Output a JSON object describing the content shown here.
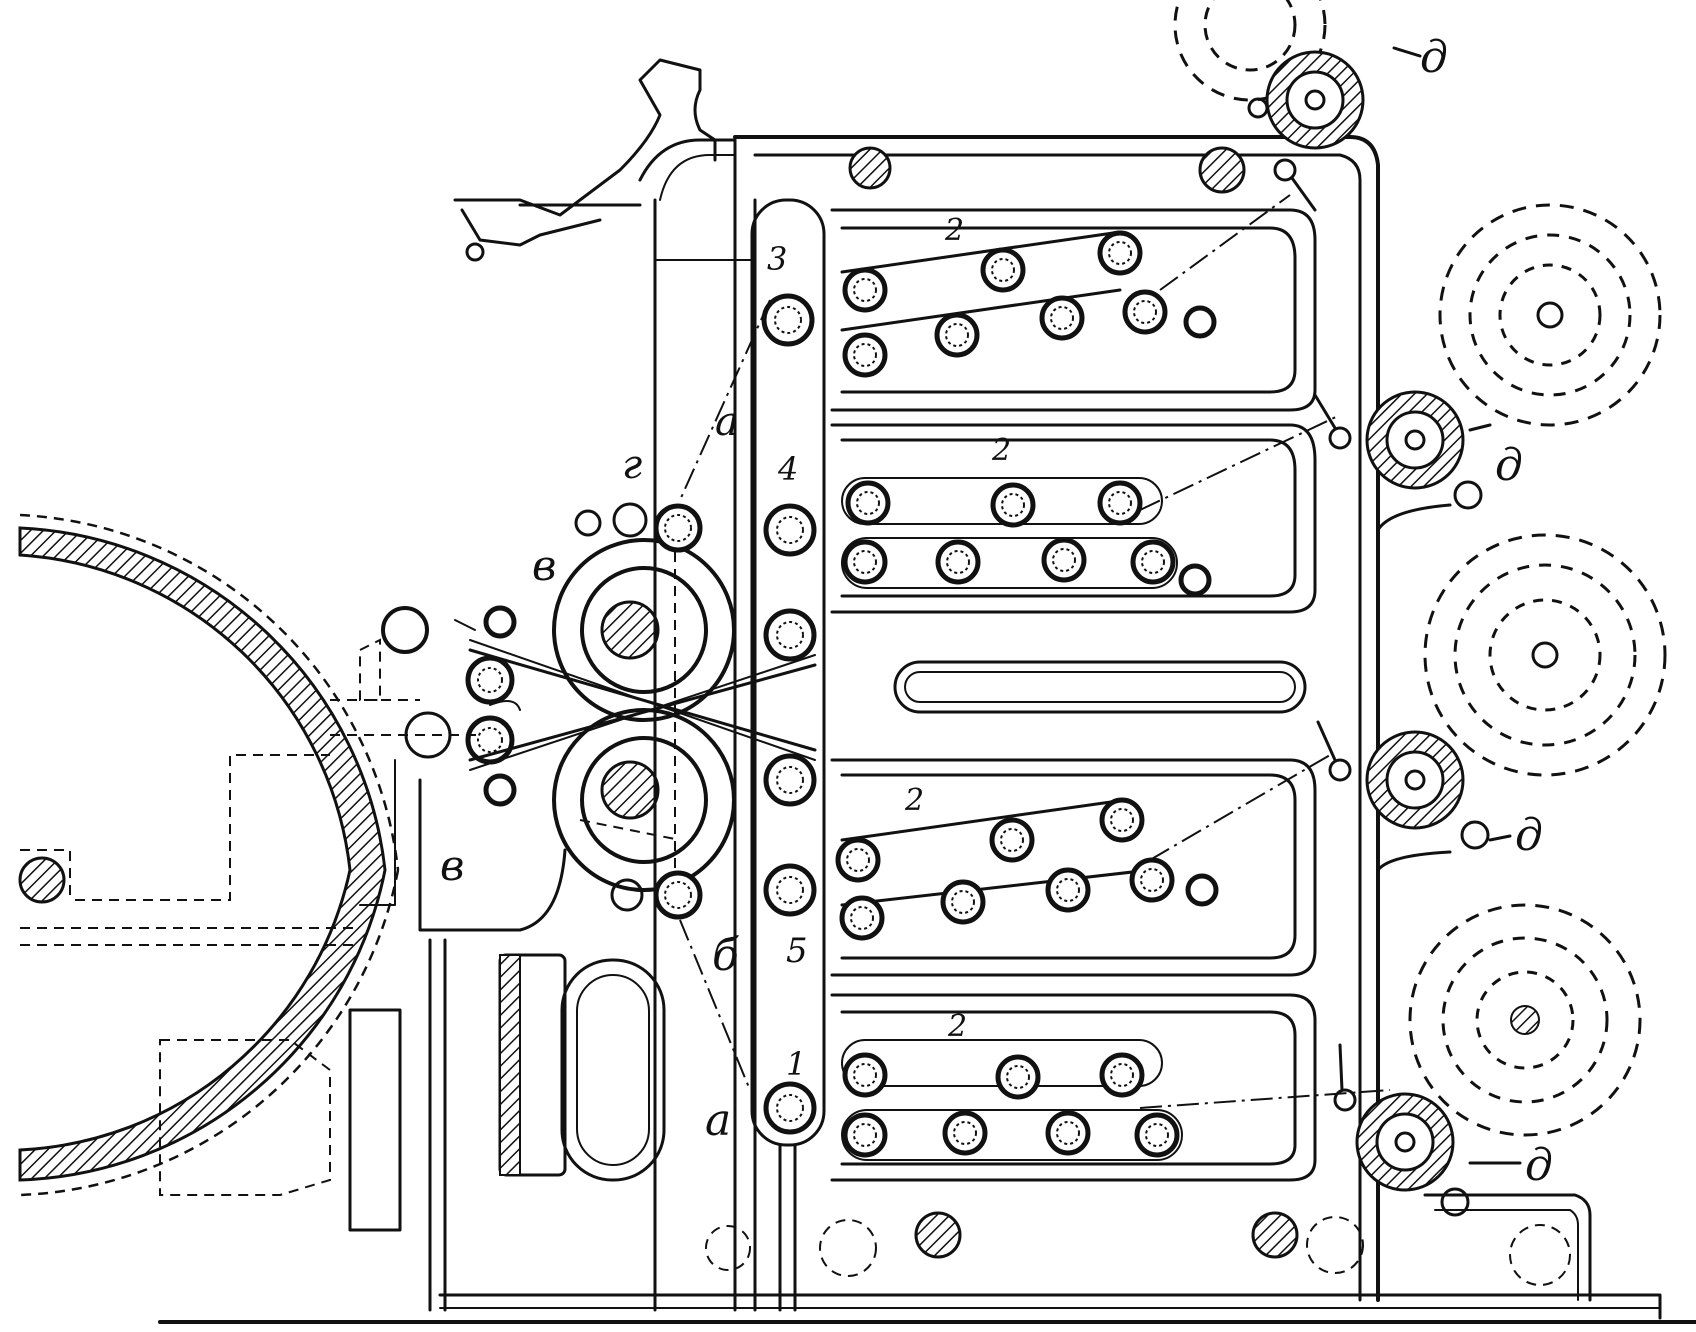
{
  "labels": {
    "d_top": "д",
    "d_1": "д",
    "d_2": "д",
    "d_3": "д",
    "num_1": "1",
    "num_2a": "2",
    "num_2b": "2",
    "num_2c": "2",
    "num_2d": "2",
    "num_3": "3",
    "num_4": "4",
    "num_5": "5",
    "a_top": "a",
    "a_bottom": "a",
    "b": "б",
    "v_upper": "в",
    "v_lower": "в",
    "g": "г"
  },
  "colors": {
    "ink": "#111111",
    "paper": "#ffffff"
  }
}
